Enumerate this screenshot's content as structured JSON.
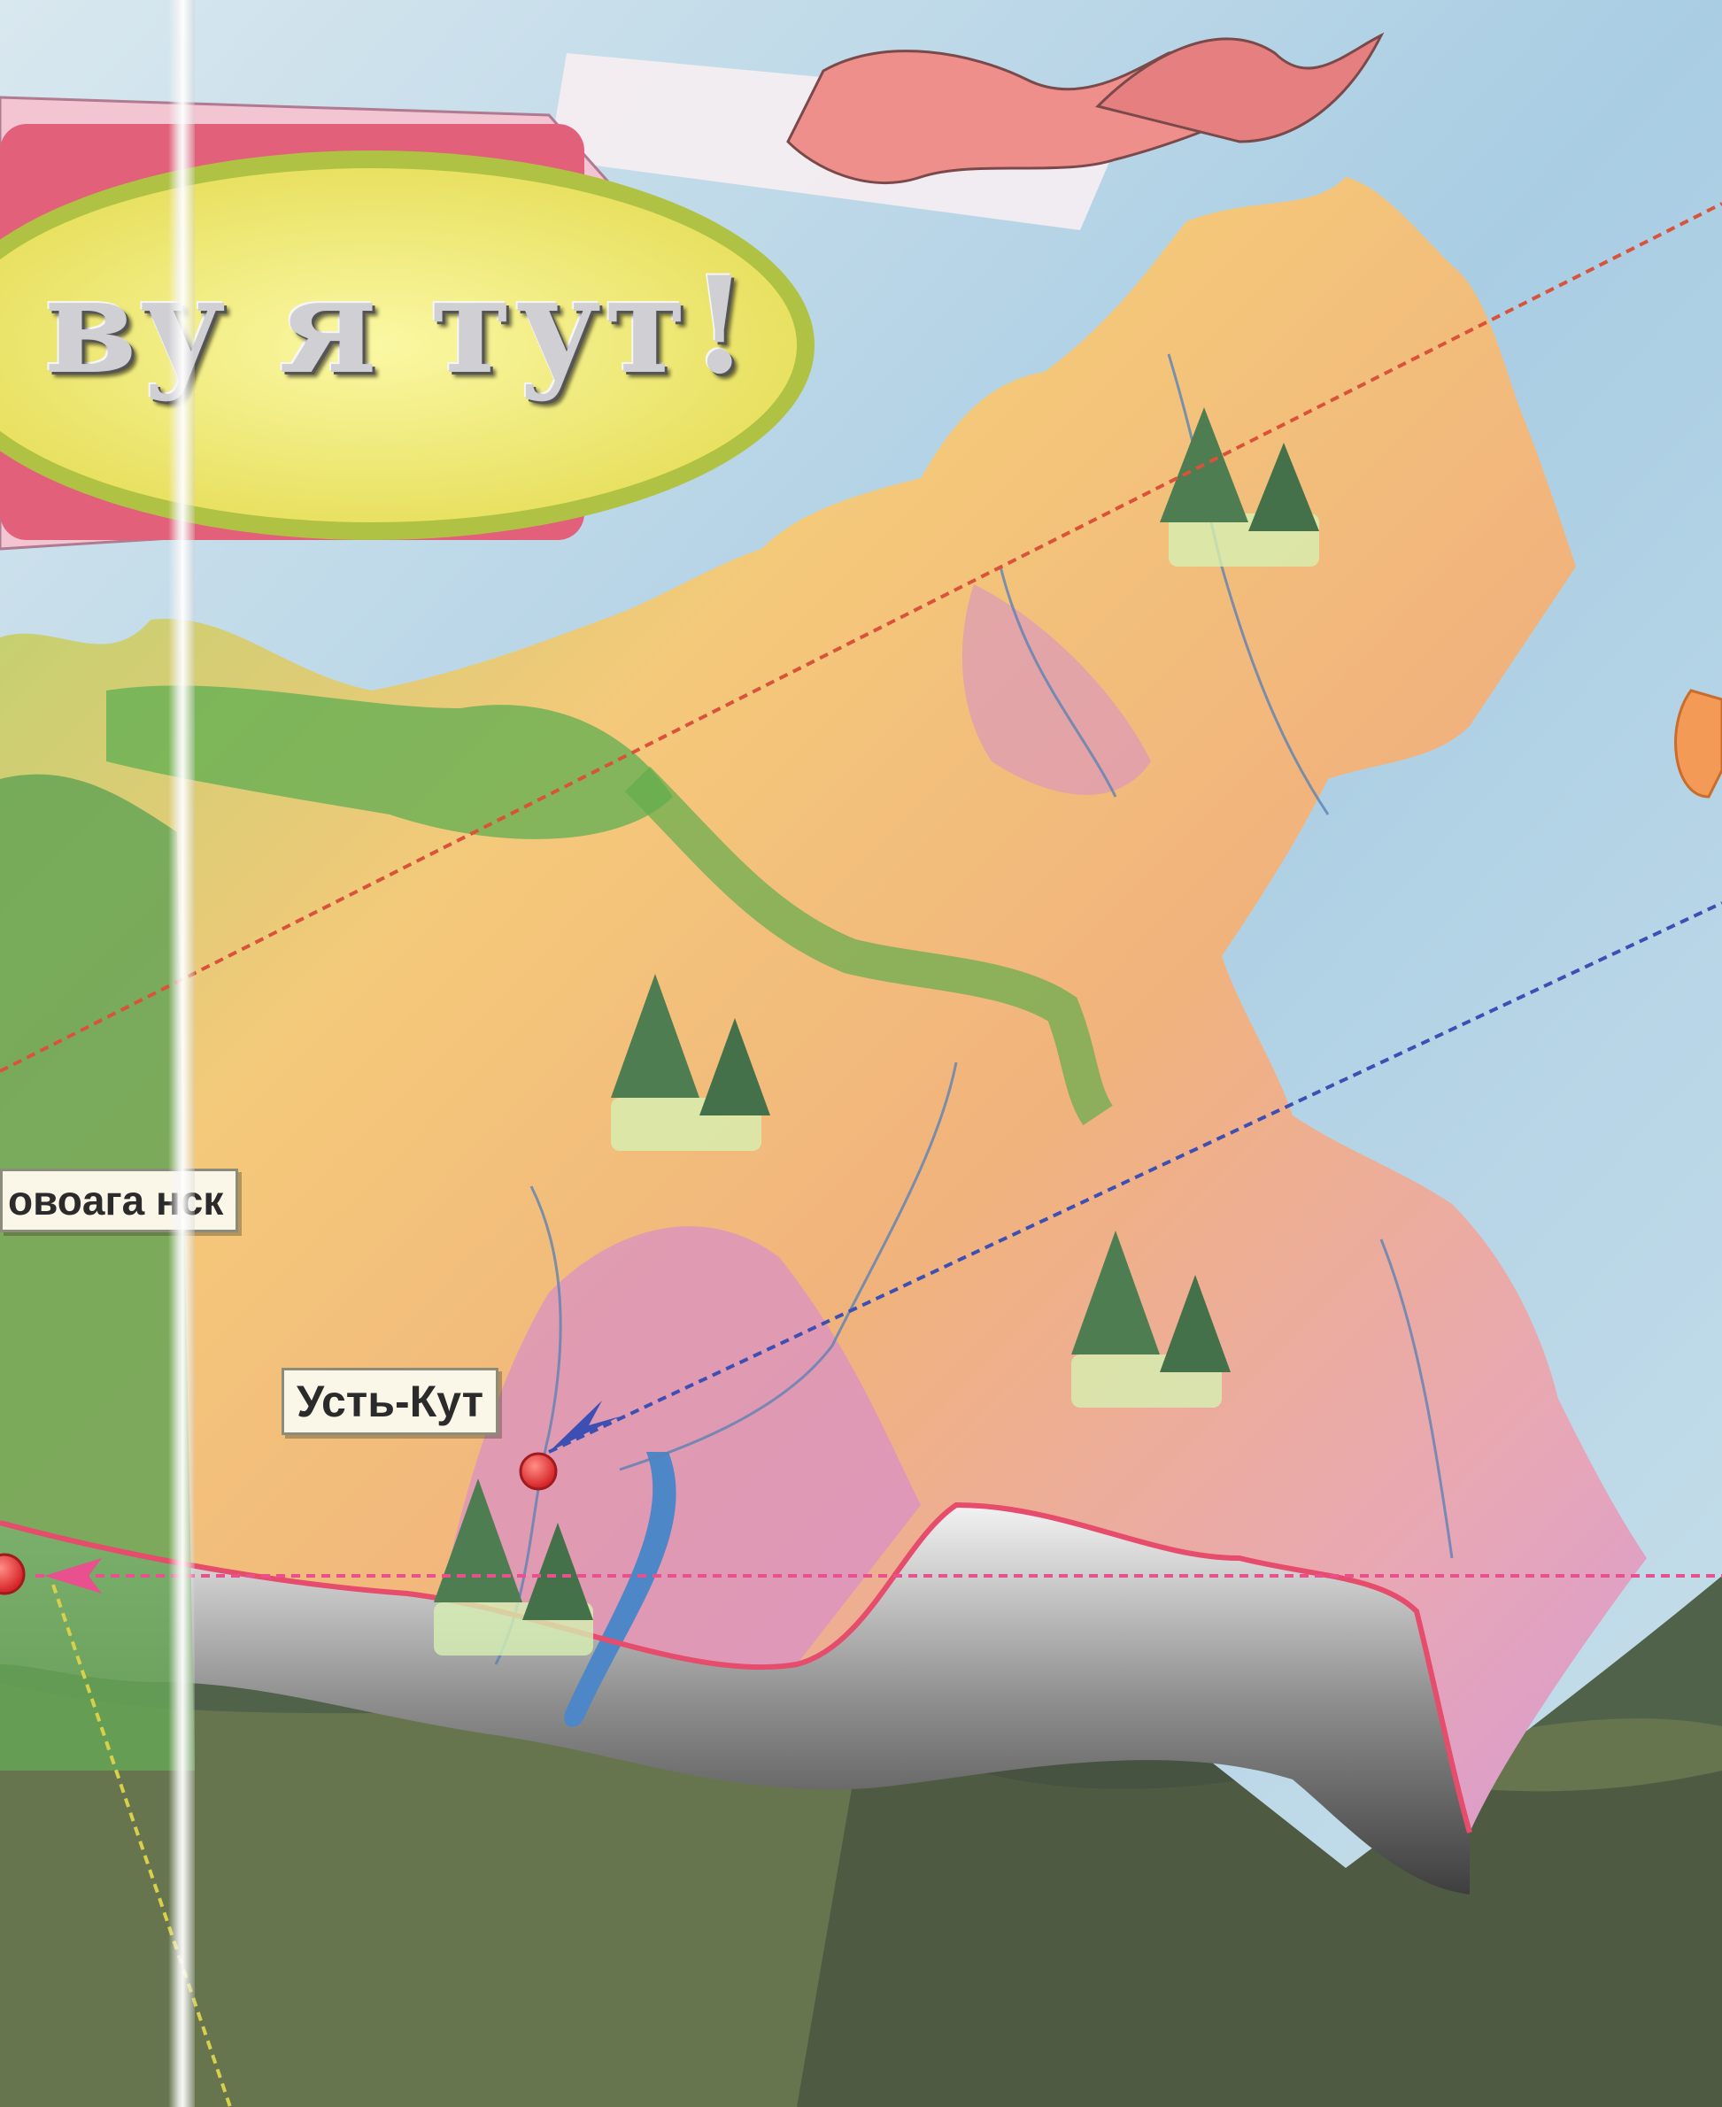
{
  "banner": {
    "text": "ву я тут!"
  },
  "cities": [
    {
      "id": "novoagansk",
      "label": "овоага нск"
    },
    {
      "id": "ust-kut",
      "label": "Усть-Кут"
    }
  ],
  "colors": {
    "sea": "#b7d3e6",
    "border_line": "#e64c6b",
    "route_red": "#d9533a",
    "route_blue": "#3d4fb3",
    "route_pink": "#e8508e",
    "ribbon": "#ef8f8c",
    "banner_fill": "#f3ef7a",
    "city_dot": "#e8383a"
  },
  "icons": [
    "tree-cluster-icon",
    "city-marker-icon",
    "arrow-head-icon"
  ]
}
